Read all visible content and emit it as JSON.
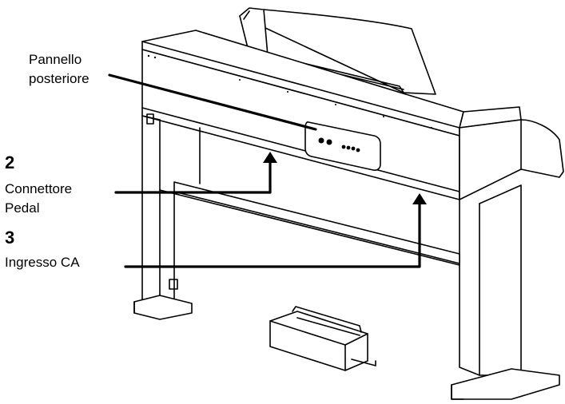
{
  "labels": {
    "panel_line1": "Pannello",
    "panel_line2": "posteriore",
    "step2_number": "2",
    "step2_line1": "Connettore",
    "step2_line2": "Pedal",
    "step3_number": "3",
    "step3_line1": "Ingresso CA"
  },
  "colors": {
    "line": "#000000",
    "background": "#ffffff"
  }
}
